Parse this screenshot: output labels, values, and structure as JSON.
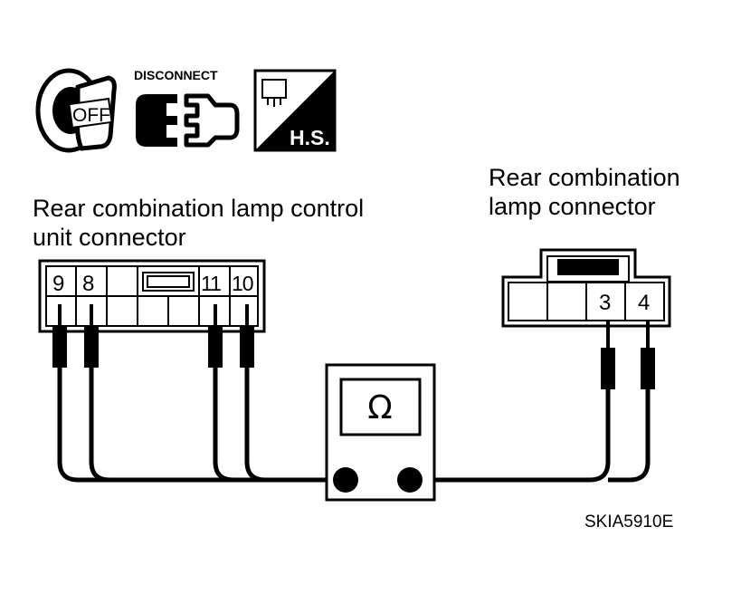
{
  "icons": {
    "ignition": {
      "name": "ignition-key-off-icon",
      "text": "OFF"
    },
    "disconnect": {
      "name": "disconnect-connector-icon",
      "text": "DISCONNECT"
    },
    "harness_side": {
      "name": "harness-side-icon",
      "text": "H.S."
    }
  },
  "labels": {
    "left_connector_line1": "Rear combination lamp control",
    "left_connector_line2": "unit connector",
    "right_connector_line1": "Rear combination",
    "right_connector_line2": "lamp connector"
  },
  "left_connector": {
    "pins": [
      "9",
      "8",
      "11",
      "10"
    ]
  },
  "right_connector": {
    "pins": [
      "3",
      "4"
    ]
  },
  "meter": {
    "symbol": "Ω"
  },
  "reference_code": "SKIA5910E"
}
